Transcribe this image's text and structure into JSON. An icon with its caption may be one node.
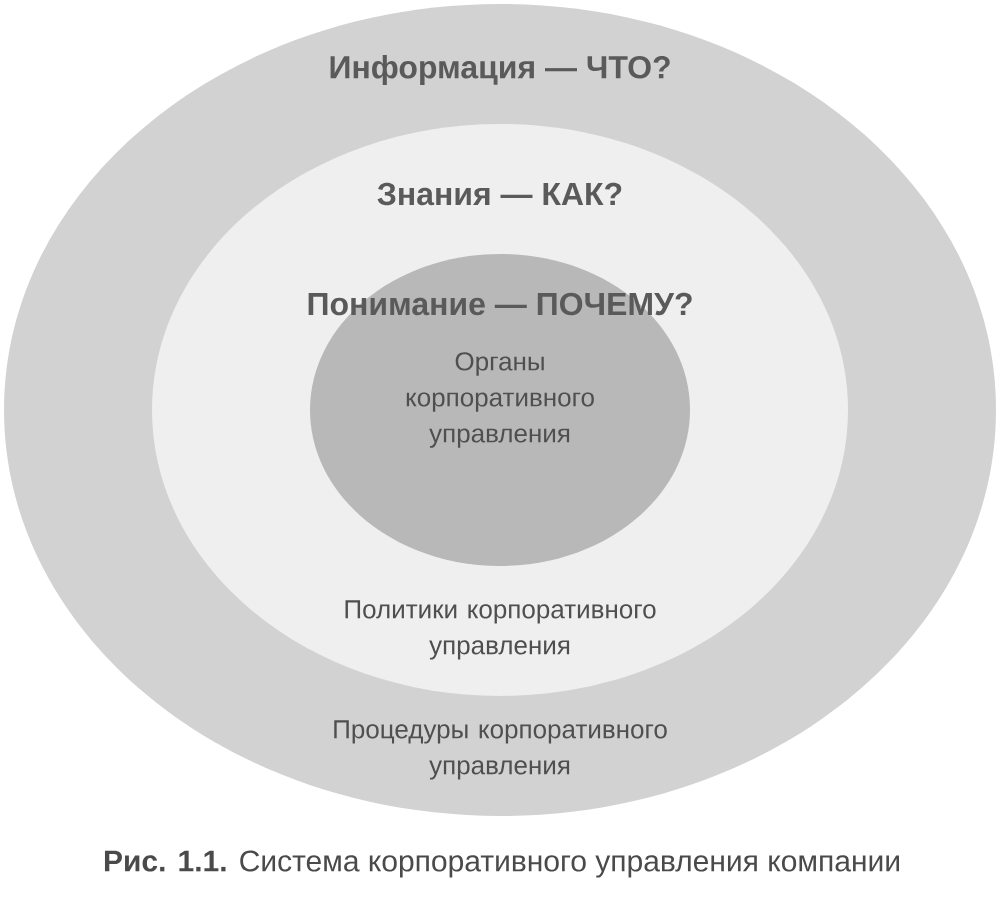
{
  "diagram": {
    "caption": "**Рис. 1.1.** Система корпоративного управления компании",
    "nodes": [
      {
        "text": [
          "Информация — ЧТО?",
          "Процедуры корпоративного управления"
        ]
      },
      {
        "text": [
          "Знания — КАК?",
          "Политики корпоративного управления"
        ],
        "in": 0
      },
      {
        "text": [
          "Понимание — ПОЧЕМУ?",
          "Органы корпоративного управления"
        ],
        "in": 1
      }
    ]
  }
}
